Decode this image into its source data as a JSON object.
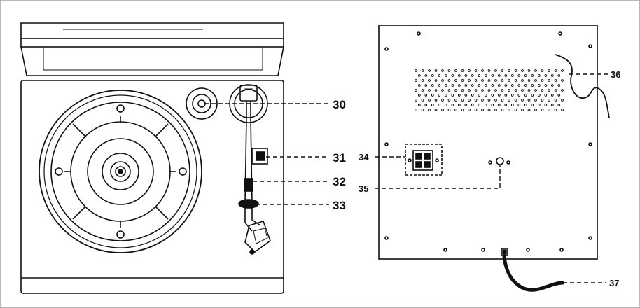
{
  "callouts": {
    "c30": "30",
    "c31": "31",
    "c32": "32",
    "c33": "33",
    "c34": "34",
    "c35": "35",
    "c36": "36",
    "c37": "37"
  }
}
